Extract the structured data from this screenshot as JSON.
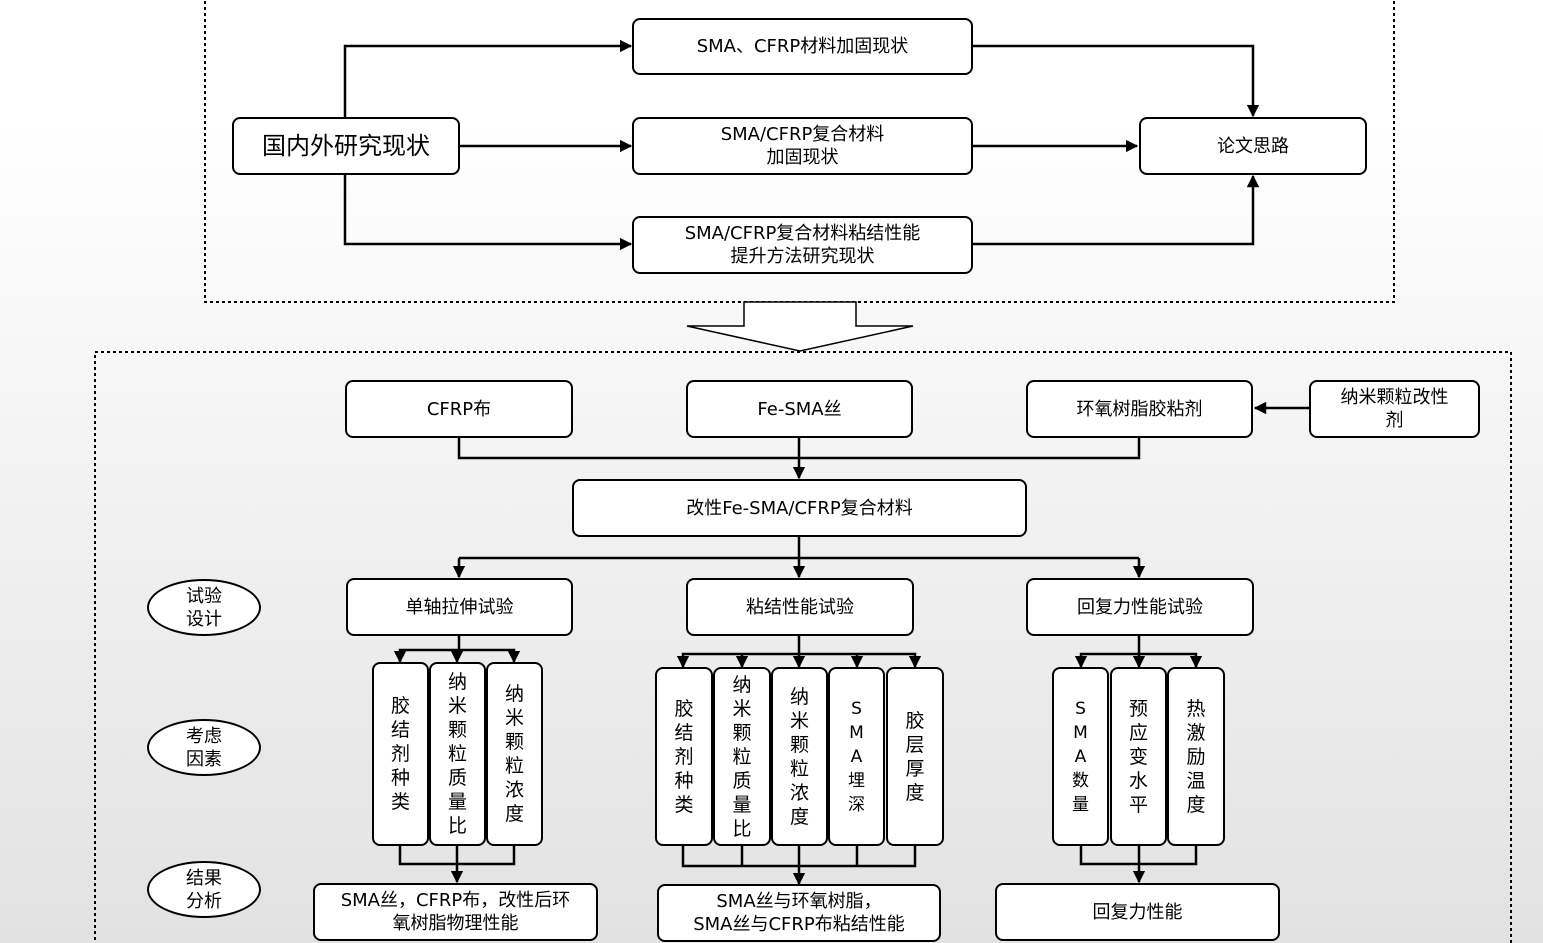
{
  "top": {
    "domestic": "国内外研究现状",
    "sma_cfrp_status": "SMA、CFRP材料加固现状",
    "composite_status": "SMA/CFRP复合材料\n加固现状",
    "bond_method_status": "SMA/CFRP复合材料粘结性能\n提升方法研究现状",
    "thesis_idea": "论文思路"
  },
  "materials": {
    "cfrp_cloth": "CFRP布",
    "fe_sma_wire": "Fe-SMA丝",
    "epoxy_adhesive": "环氧树脂胶粘剂",
    "nano_modifier": "纳米颗粒改性\n剂",
    "modified_composite": "改性Fe-SMA/CFRP复合材料"
  },
  "rows": {
    "test_design": "试验\n设计",
    "factors": "考虑\n因素",
    "results": "结果\n分析"
  },
  "tests": {
    "uniaxial": "单轴拉伸试验",
    "bond": "粘结性能试验",
    "recovery": "回复力性能试验"
  },
  "factors": {
    "uniaxial": [
      "胶结剂种类",
      "纳米颗粒质量比",
      "纳米颗粒浓度"
    ],
    "bond": [
      "胶结剂种类",
      "纳米颗粒质量比",
      "纳米颗粒浓度",
      "SMA埋深",
      "胶层厚度"
    ],
    "recovery": [
      "SMA数量",
      "预应变水平",
      "热激励温度"
    ]
  },
  "results": {
    "uniaxial": "SMA丝，CFRP布，改性后环\n氧树脂物理性能",
    "bond": "SMA丝与环氧树脂，\nSMA丝与CFRP布粘结性能",
    "recovery": "回复力性能"
  }
}
